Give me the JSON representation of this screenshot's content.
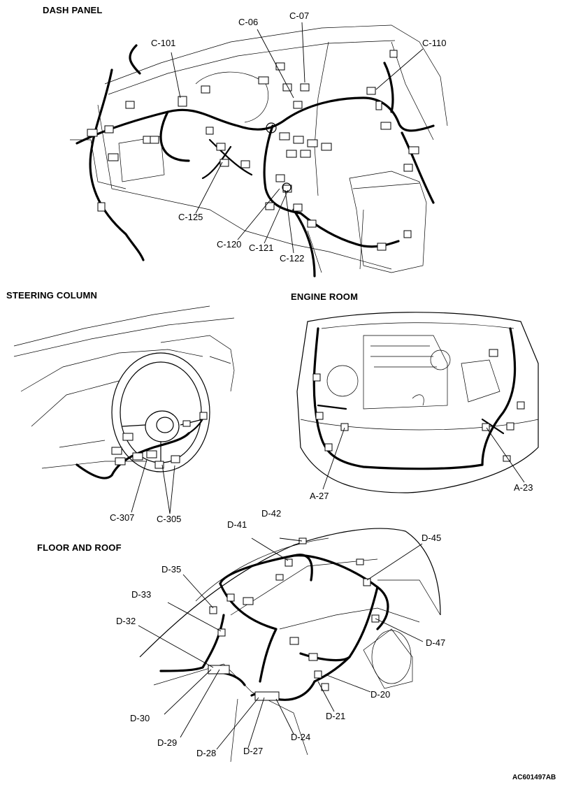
{
  "sections": {
    "dash_panel": "DASH PANEL",
    "steering_column": "STEERING COLUMN",
    "engine_room": "ENGINE ROOM",
    "floor_and_roof": "FLOOR AND ROOF"
  },
  "dash_labels": {
    "c06": "C-06",
    "c07": "C-07",
    "c101": "C-101",
    "c110": "C-110",
    "c125": "C-125",
    "c120": "C-120",
    "c121": "C-121",
    "c122": "C-122"
  },
  "steering_labels": {
    "c307": "C-307",
    "c305": "C-305"
  },
  "engine_labels": {
    "a27": "A-27",
    "a23": "A-23"
  },
  "floor_labels": {
    "d42": "D-42",
    "d41": "D-41",
    "d45": "D-45",
    "d35": "D-35",
    "d33": "D-33",
    "d32": "D-32",
    "d47": "D-47",
    "d20": "D-20",
    "d21": "D-21",
    "d30": "D-30",
    "d29": "D-29",
    "d24": "D-24",
    "d28": "D-28",
    "d27": "D-27"
  },
  "figure_code": "AC601497AB"
}
